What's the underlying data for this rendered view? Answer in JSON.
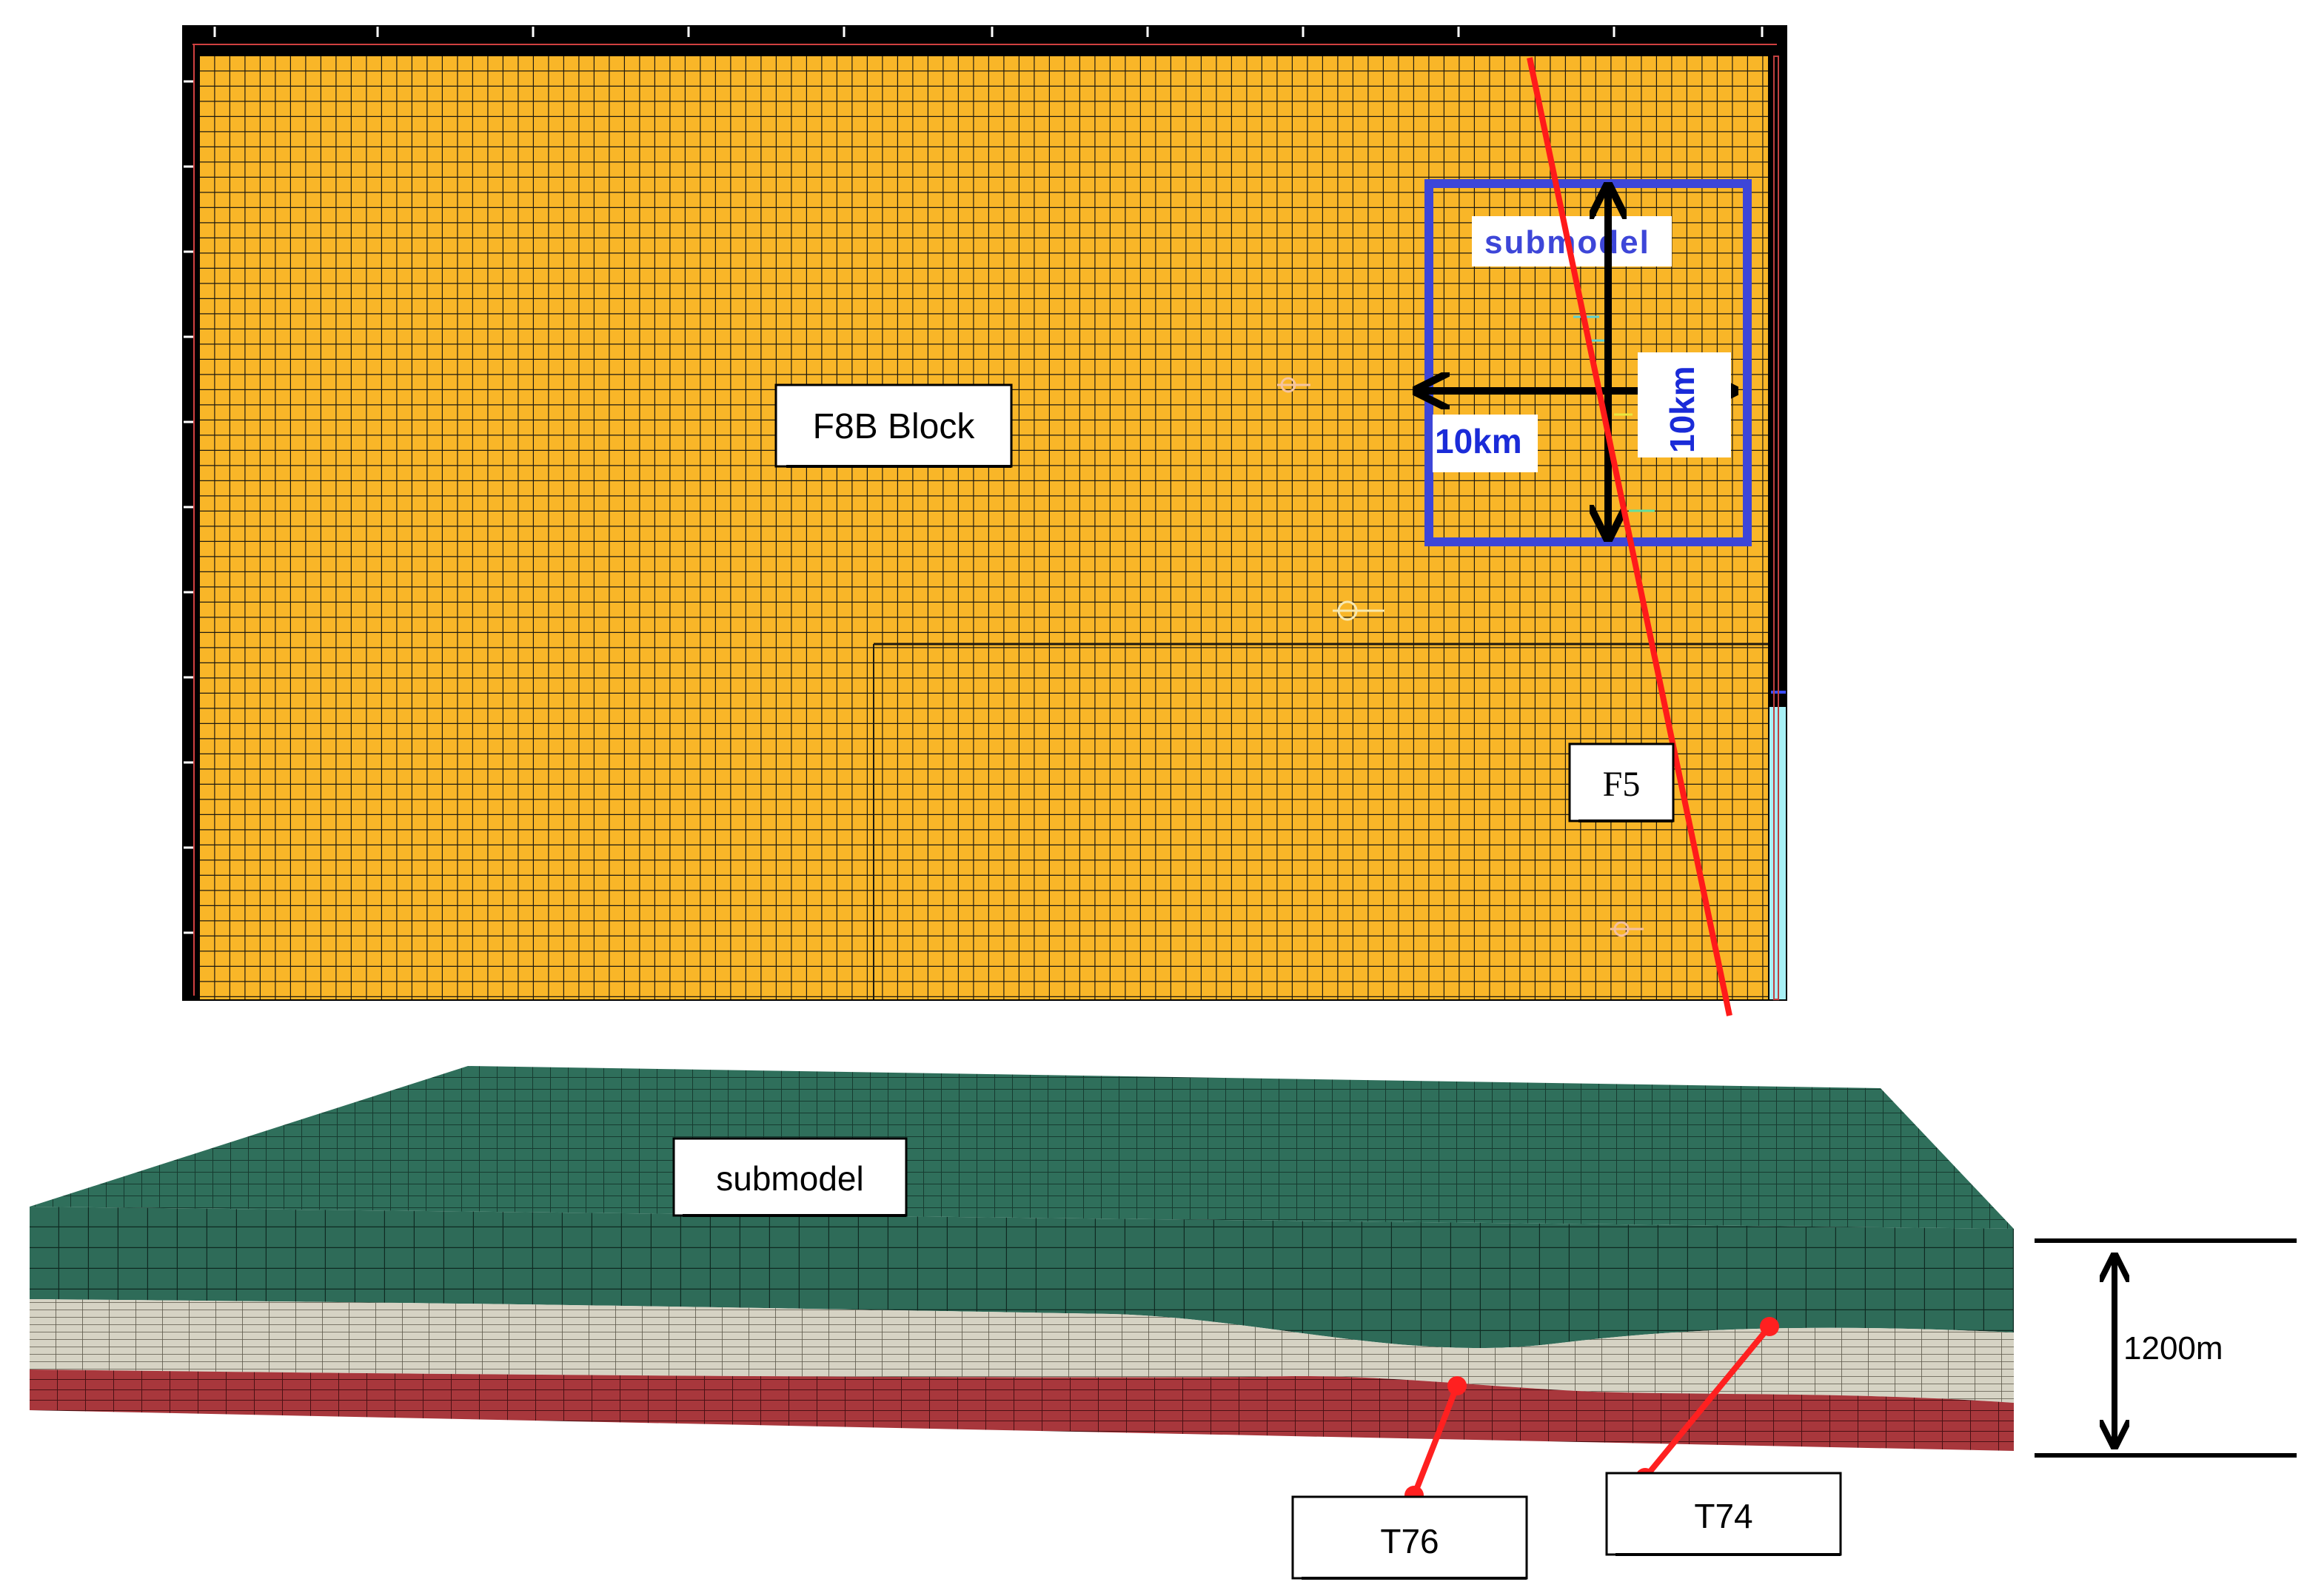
{
  "top_view": {
    "block_label": "F8B Block",
    "fault_label": "F5",
    "submodel_label": "submodel",
    "width_label": "10km",
    "height_label": "10km"
  },
  "section_view": {
    "submodel_label": "submodel",
    "thickness_label": "1200m",
    "horizon_labels": [
      "T76",
      "T74"
    ]
  },
  "colors": {
    "grid_fill": "#f9b628",
    "grid_line": "#1e1a10",
    "fault": "#ff1a1a",
    "submodel_box": "#3d46d8",
    "layer_top": "#2e6b58",
    "layer_middle": "#d6d3c4",
    "layer_bottom": "#a8373c",
    "marker": "#ff2020"
  }
}
